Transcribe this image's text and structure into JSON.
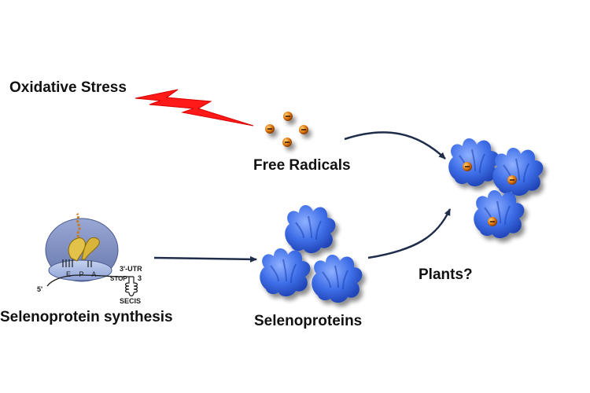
{
  "labels": {
    "oxidative_stress": "Oxidative Stress",
    "free_radicals": "Free Radicals",
    "selenoprotein_synthesis": "Selenoprotein synthesis",
    "selenoproteins": "Selenoproteins",
    "plants": "Plants?"
  },
  "ribosome": {
    "sites": "E P A",
    "utr": "3'-UTR",
    "stop": "STOP",
    "three_end": "3",
    "five_end": "5'",
    "secis": "SECIS"
  },
  "colors": {
    "lightning": "#ff1a1a",
    "radical": "#e07a10",
    "protein": "#3f6fe8",
    "arrow": "#1f2d4a",
    "ribosome_large": "#7f8fbf",
    "ribosome_small": "#a3b4e0"
  }
}
